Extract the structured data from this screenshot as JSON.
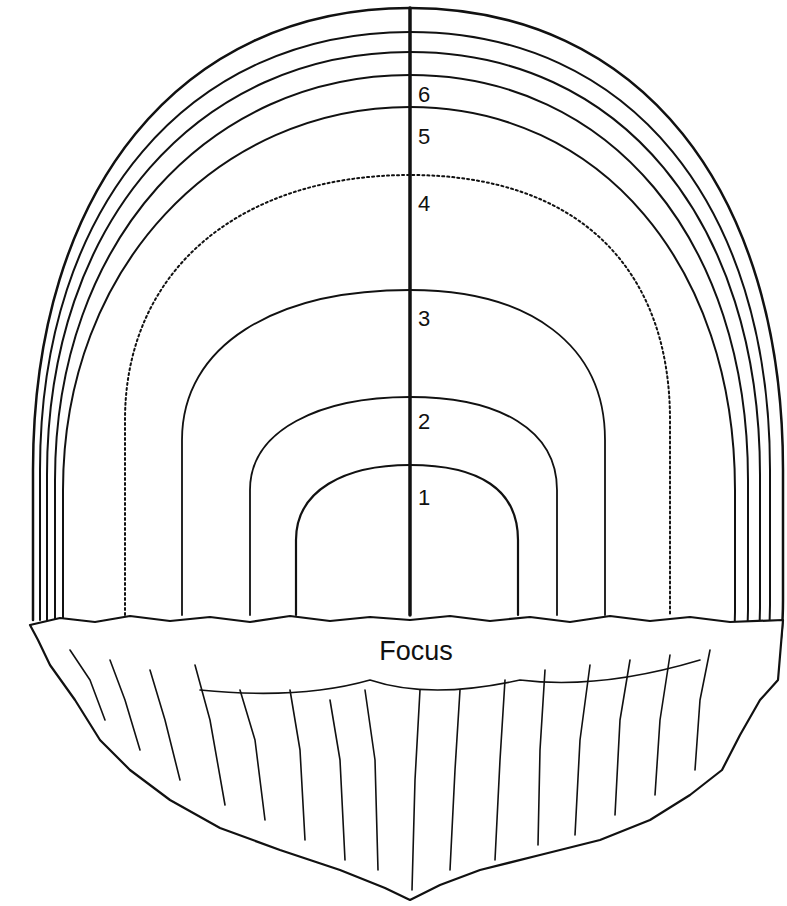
{
  "diagram": {
    "labels": [
      "6",
      "5",
      "4",
      "3",
      "2",
      "1",
      "Focus"
    ]
  }
}
